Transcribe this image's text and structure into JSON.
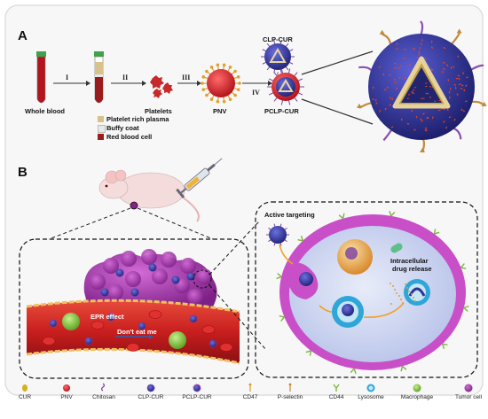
{
  "panels": {
    "a": "A",
    "b": "B"
  },
  "steps": {
    "i": "I",
    "ii": "II",
    "iii": "III",
    "iv": "IV"
  },
  "labels": {
    "whole_blood": "Whole blood",
    "platelets": "Platelets",
    "pnv": "PNV",
    "clp_cur": "CLP-CUR",
    "pclp_cur": "PCLP-CUR",
    "epr_effect": "EPR effect",
    "dont_eat_me": "Don't eat me",
    "active_targeting": "Active targeting",
    "intracellular": "Intracellular",
    "drug_release": "drug release"
  },
  "blood_layers": [
    {
      "label": "Platelet rich plasma",
      "color": "#d8c28c"
    },
    {
      "label": "Buffy coat",
      "color": "#e8e8e8"
    },
    {
      "label": "Red blood cell",
      "color": "#9b1c1c"
    }
  ],
  "legend": [
    {
      "label": "CUR",
      "icon": "cur-icon"
    },
    {
      "label": "PNV",
      "icon": "pnv-icon"
    },
    {
      "label": "Chitosan",
      "icon": "chitosan-icon"
    },
    {
      "label": "CLP-CUR",
      "icon": "clp-cur-icon"
    },
    {
      "label": "PCLP-CUR",
      "icon": "pclp-cur-icon"
    },
    {
      "label": "CD47",
      "icon": "cd47-icon"
    },
    {
      "label": "P-selectin",
      "icon": "p-selectin-icon"
    },
    {
      "label": "CD44",
      "icon": "cd44-icon"
    },
    {
      "label": "Lysosome",
      "icon": "lysosome-icon"
    },
    {
      "label": "Macrophage",
      "icon": "macrophage-icon"
    },
    {
      "label": "Tumor cell",
      "icon": "tumor-cell-icon"
    }
  ],
  "colors": {
    "blood": "#b3141c",
    "nanoparticle": "#2e3196",
    "tumor": "#9b2fa0",
    "vessel": "#c81e1e",
    "cell_membrane": "#c94fc8",
    "cell_inside": "#cdd6f0"
  }
}
